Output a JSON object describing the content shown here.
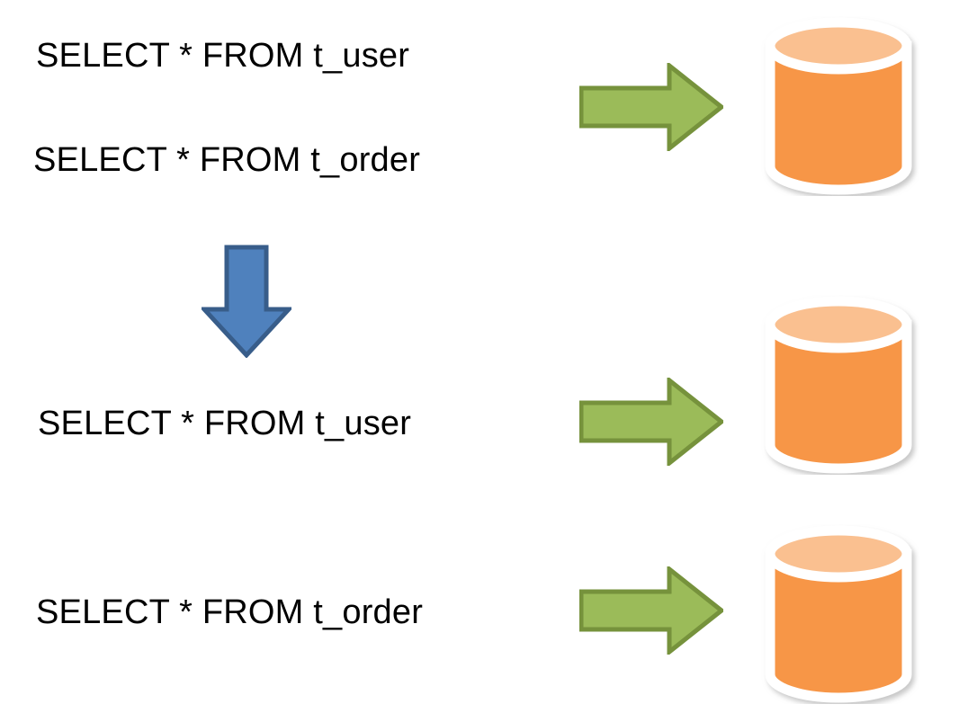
{
  "diagram": {
    "title": "SQL query routing to database shards",
    "type": "flow-diagram",
    "background_color": "#FFFFFF",
    "colors": {
      "arrow_green_fill": "#9BBB59",
      "arrow_green_stroke": "#76923C",
      "arrow_blue_fill": "#4F81BD",
      "arrow_blue_stroke": "#385D8A",
      "database_body": "#F79646",
      "database_top": "#FAC090",
      "database_border": "#FFFFFF",
      "text_color": "#000000"
    }
  },
  "before": {
    "statements": [
      {
        "text": "SELECT * FROM t_user"
      },
      {
        "text": "SELECT * FROM t_order"
      }
    ],
    "arrow_label": "arrow-right-green",
    "database_label": "database-cylinder"
  },
  "transform": {
    "arrow_label": "arrow-down-blue"
  },
  "after": {
    "statements": [
      {
        "text": "SELECT * FROM t_user"
      },
      {
        "text": "SELECT * FROM t_order"
      }
    ],
    "arrow_labels": [
      "arrow-right-green",
      "arrow-right-green"
    ],
    "database_labels": [
      "database-cylinder",
      "database-cylinder"
    ]
  }
}
